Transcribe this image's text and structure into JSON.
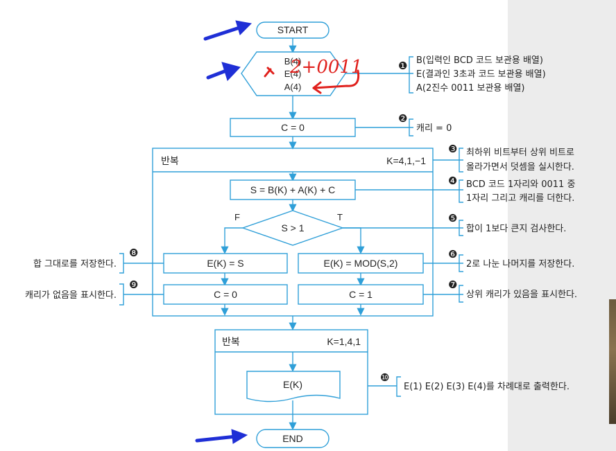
{
  "flowchart": {
    "start": "START",
    "end": "END",
    "declare": [
      "B(4)",
      "E(4)",
      "A(4)"
    ],
    "init": "C = 0",
    "loop1_label": "반복",
    "loop1_range": "K=4,1,−1",
    "sum": "S = B(K) + A(K) + C",
    "decision": "S > 1",
    "branch_false": "F",
    "branch_true": "T",
    "left_assign": "E(K) = S",
    "right_assign": "E(K) = MOD(S,2)",
    "left_carry": "C = 0",
    "right_carry": "C = 1",
    "loop2_label": "반복",
    "loop2_range": "K=1,4,1",
    "output": "E(K)"
  },
  "annotations": {
    "n1": "❶",
    "n1_lines": [
      "B(입력인 BCD 코드 보관용 배열)",
      "E(결과인 3초과 코드 보관용 배열)",
      "A(2진수 0011 보관용 배열)"
    ],
    "n2": "❷",
    "n2_text": "캐리 = 0",
    "n3": "❸",
    "n3_lines": [
      "최하위 비트부터 상위 비트로",
      "올라가면서 덧셈을 실시한다."
    ],
    "n4": "❹",
    "n4_lines": [
      "BCD 코드 1자리와 0011 중",
      "1자리 그리고 캐리를 더한다."
    ],
    "n5": "❺",
    "n5_text": "합이 1보다 큰지 검사한다.",
    "n6": "❻",
    "n6_text": "2로 나눈 나머지를 저장한다.",
    "n7": "❼",
    "n7_text": "상위 캐리가 있음을 표시한다.",
    "n8": "❽",
    "n8_text": "합 그대로를 저장한다.",
    "n9": "❾",
    "n9_text": "캐리가 없음을 표시한다.",
    "n10": "❿",
    "n10_text": "E(1) E(2) E(3) E(4)를 차례대로 출력한다."
  },
  "handwriting": "2+0011",
  "colors": {
    "flow_line": "#2f9fd8",
    "handwriting": "#e0201c",
    "arrow": "#1f2fd6"
  }
}
